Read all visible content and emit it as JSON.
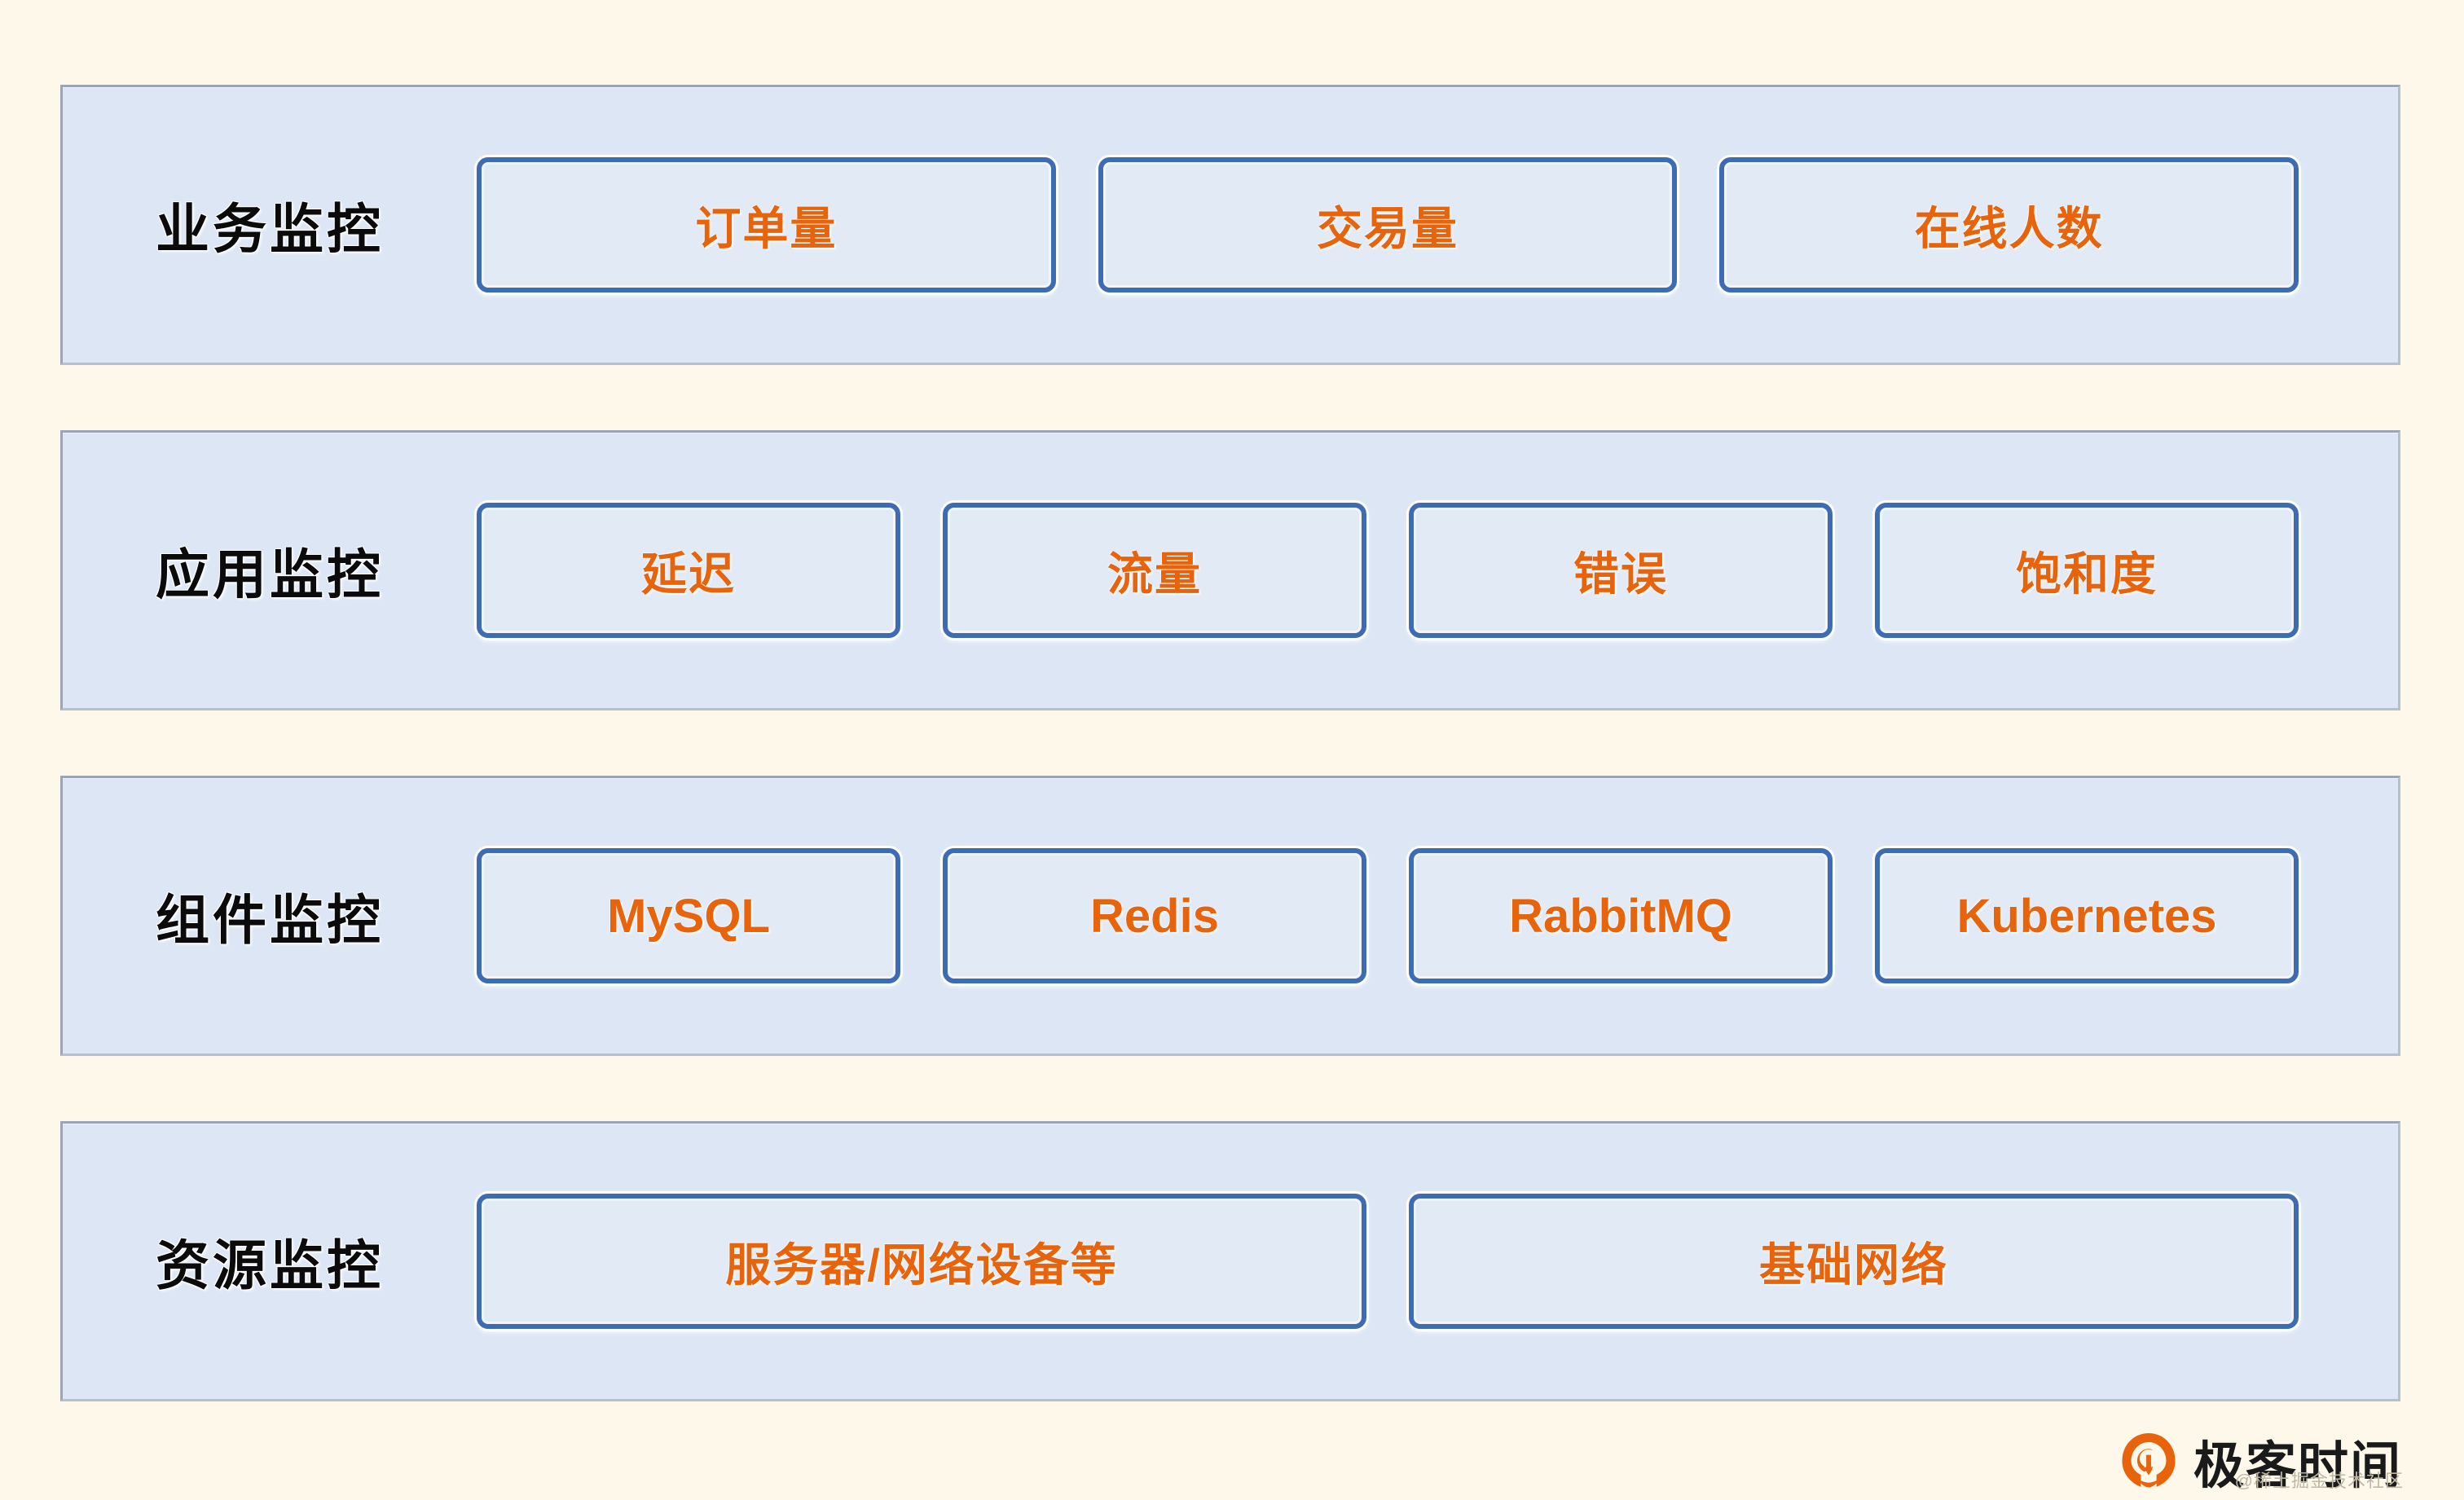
{
  "colors": {
    "page_background": "#FDF8EA",
    "band_background": "#DCE6F4",
    "band_border": "#9AA6B8",
    "box_border": "#3D6CB5",
    "box_background": "#E2EAF6",
    "box_text": "#E8640C",
    "label_text": "#0B0B0B",
    "brand_orange": "#E8640C"
  },
  "diagram": {
    "type": "layered-stack",
    "rows": [
      {
        "id": "business-monitoring",
        "label": "业务监控",
        "items": [
          {
            "label": "订单量",
            "script": "cjk"
          },
          {
            "label": "交易量",
            "script": "cjk"
          },
          {
            "label": "在线人数",
            "script": "cjk"
          }
        ]
      },
      {
        "id": "application-monitoring",
        "label": "应用监控",
        "items": [
          {
            "label": "延迟",
            "script": "cjk"
          },
          {
            "label": "流量",
            "script": "cjk"
          },
          {
            "label": "错误",
            "script": "cjk"
          },
          {
            "label": "饱和度",
            "script": "cjk"
          }
        ]
      },
      {
        "id": "component-monitoring",
        "label": "组件监控",
        "items": [
          {
            "label": "MySQL",
            "script": "latin"
          },
          {
            "label": "Redis",
            "script": "latin"
          },
          {
            "label": "RabbitMQ",
            "script": "latin"
          },
          {
            "label": "Kubernetes",
            "script": "latin"
          }
        ]
      },
      {
        "id": "resource-monitoring",
        "label": "资源监控",
        "items": [
          {
            "label": "服务器/网络设备等",
            "script": "cjk"
          },
          {
            "label": "基础网络",
            "script": "cjk"
          }
        ]
      }
    ]
  },
  "brand": {
    "name": "极客时间",
    "logo_icon": "geektime-circle-logo"
  },
  "watermark": {
    "text": "@稀土掘金技术社区"
  }
}
